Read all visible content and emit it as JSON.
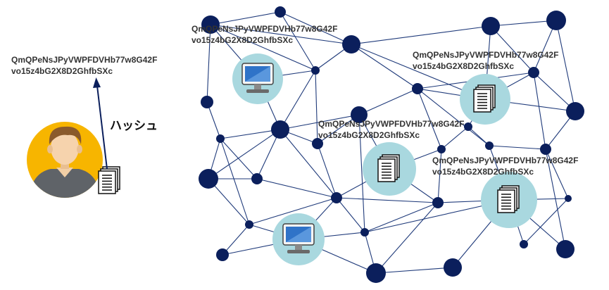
{
  "colors": {
    "node": "#0b1f5c",
    "edge": "#1f3a7a",
    "host_bg": "#a9d8df",
    "avatar_bg": "#f7b500",
    "arrow": "#0b1f5c"
  },
  "hash_label": "ハッシュ",
  "user_hash": {
    "line1": "QmQPeNsJPyVWPFDVHb77w8G42F",
    "line2": "vo15z4bG2X8D2GhfbSXc"
  },
  "node_labels": [
    {
      "line1": "QmQPeNsJPyVWPFDVHb77w8G42F",
      "line2": "vo15z4bG2X8D2GhfbSXc"
    },
    {
      "line1": "QmQPeNsJPyVWPFDVHb77w8G42F",
      "line2": "vo15z4bG2X8D2GhfbSXc"
    },
    {
      "line1": "QmQPeNsJPyVWPFDVHb77w8G42F",
      "line2": "vo15z4bG2X8D2GhfbSXc"
    },
    {
      "line1": "QmQPeNsJPyVWPFDVHb77w8G42F",
      "line2": "vo15z4bG2X8D2GhfbSXc"
    }
  ],
  "icons": {
    "user": "user-avatar-icon",
    "file": "document-stack-icon",
    "computer": "computer-monitor-icon"
  }
}
